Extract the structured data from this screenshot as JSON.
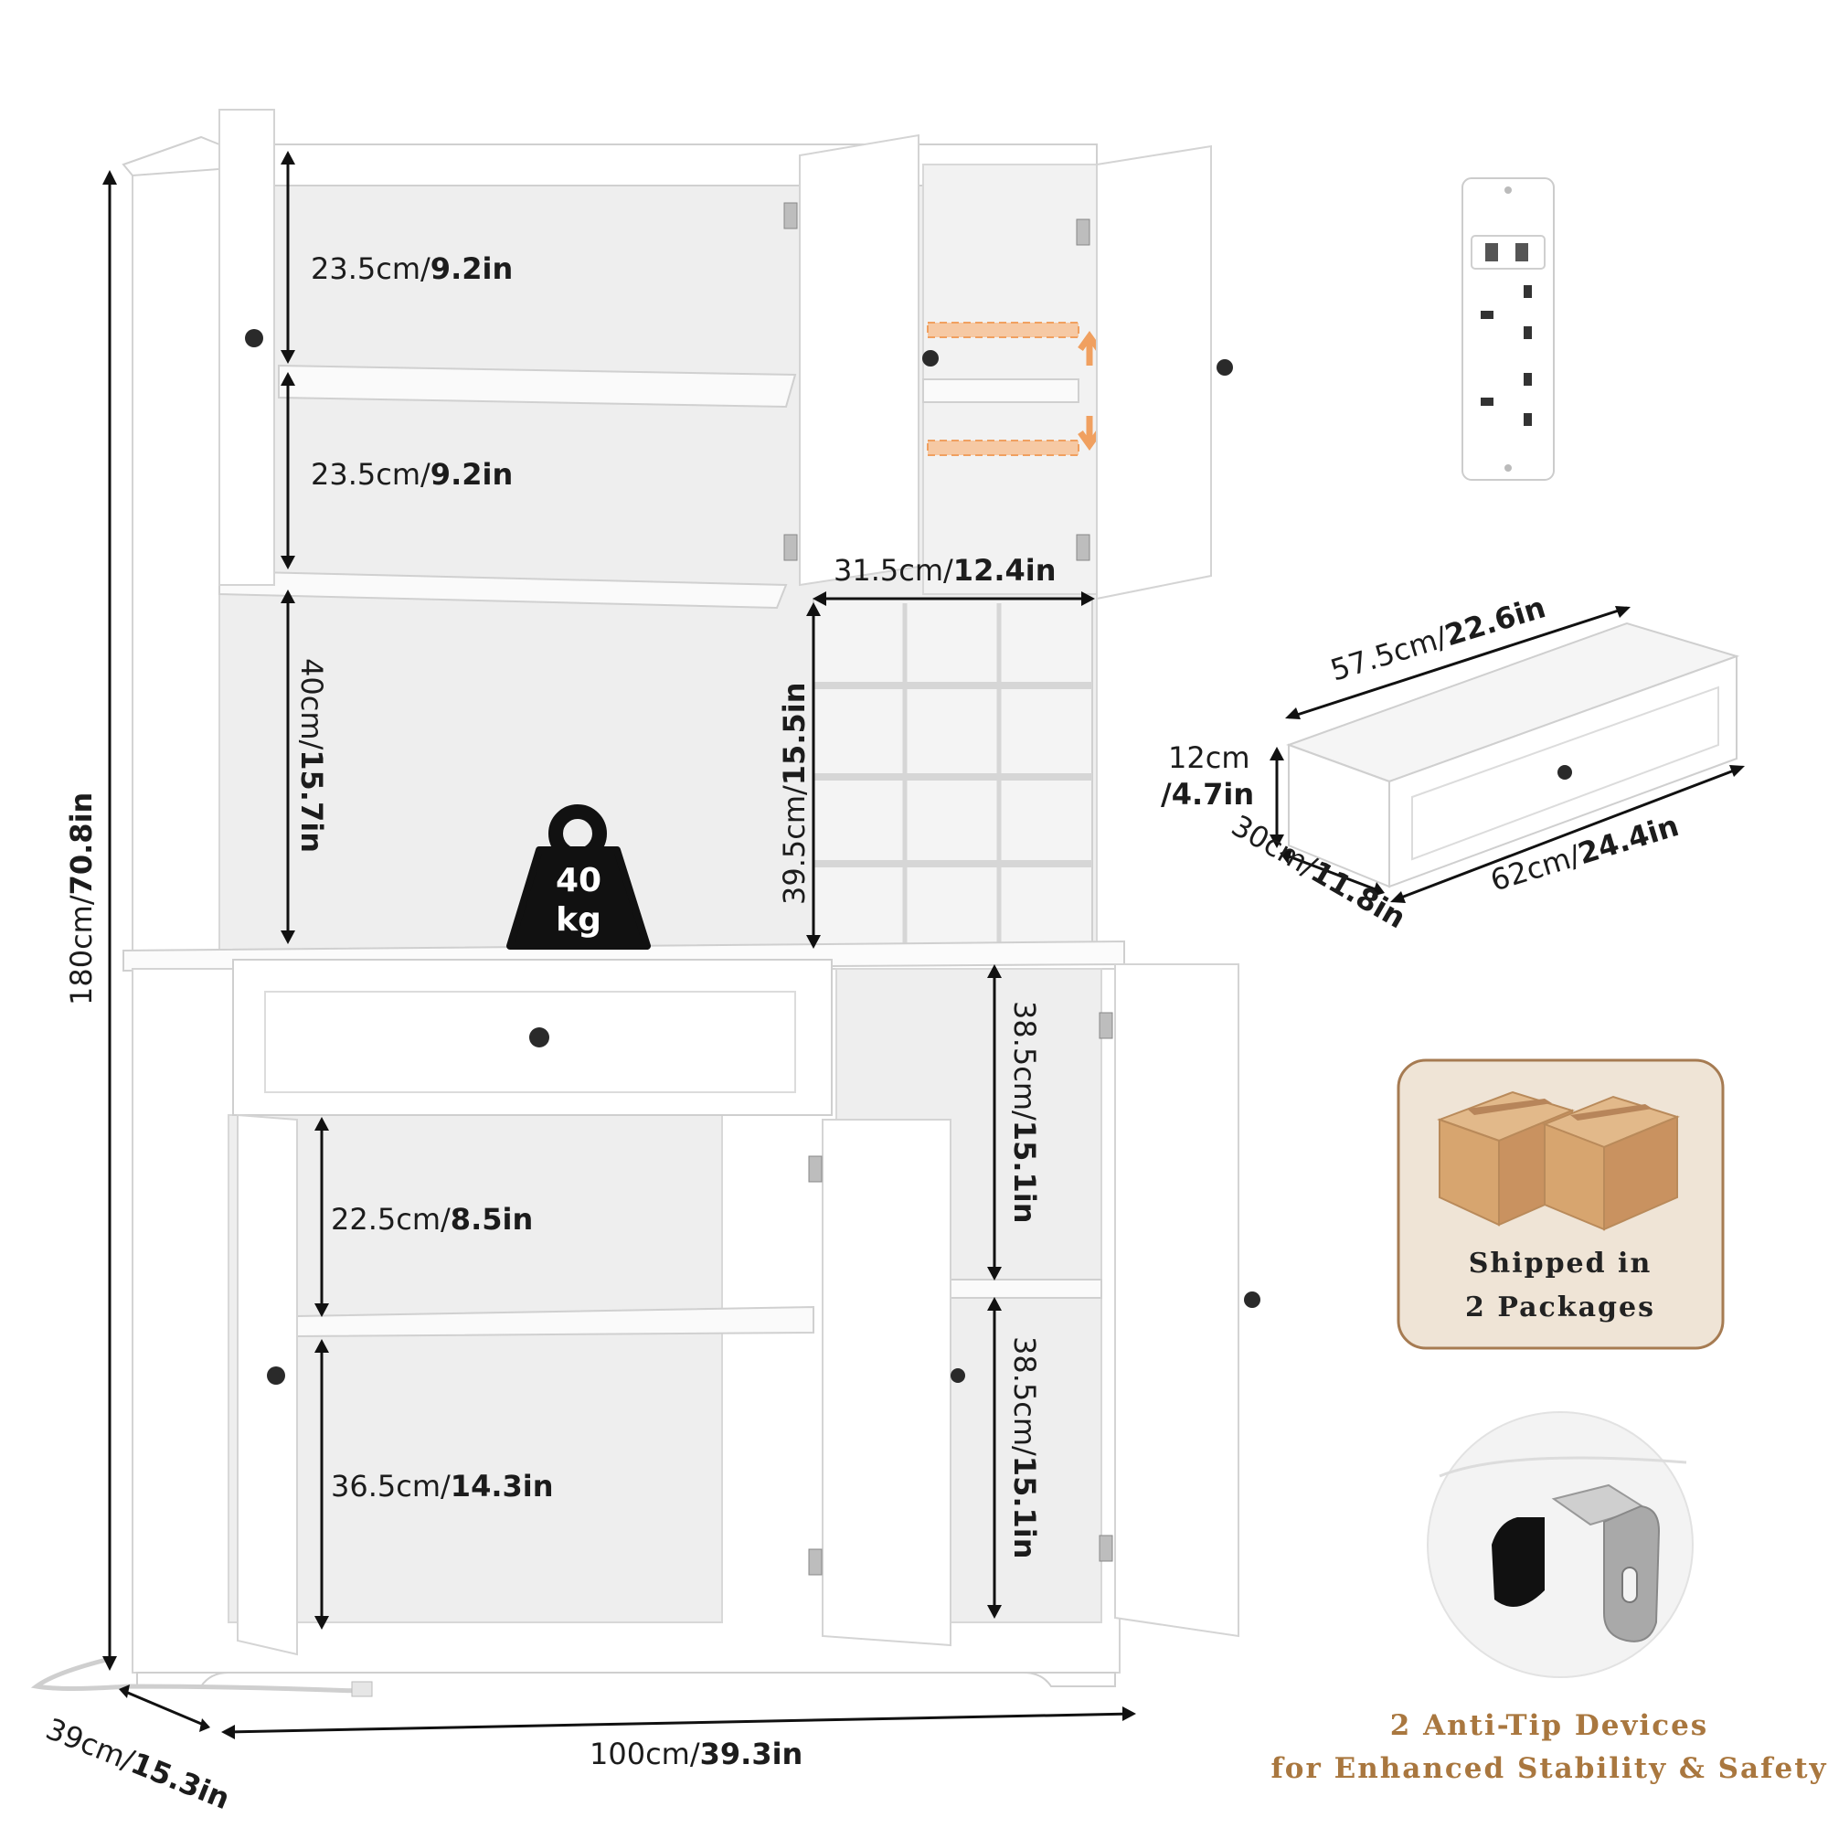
{
  "dimensions": {
    "upper_shelf_1": {
      "cm": "23.5cm/",
      "in": "9.2in"
    },
    "upper_shelf_2": {
      "cm": "23.5cm/",
      "in": "9.2in"
    },
    "open_shelf": {
      "cm": "40cm/",
      "in": "15.7in"
    },
    "wine_rack_width": {
      "cm": "31.5cm/",
      "in": "12.4in"
    },
    "wine_rack_height": {
      "cm": "39.5cm/",
      "in": "15.5in"
    },
    "total_height": {
      "cm": "180cm/",
      "in": "70.8in"
    },
    "lower_left_top": {
      "cm": "22.5cm/",
      "in": "8.5in"
    },
    "lower_left_bottom": {
      "cm": "36.5cm/",
      "in": "14.3in"
    },
    "lower_right_top": {
      "cm": "38.5cm/",
      "in": "15.1in"
    },
    "lower_right_bottom": {
      "cm": "38.5cm/",
      "in": "15.1in"
    },
    "depth": {
      "cm": "39cm/",
      "in": "15.3in"
    },
    "width": {
      "cm": "100cm/",
      "in": "39.3in"
    },
    "drawer_inner_width": {
      "cm": "57.5cm/",
      "in": "22.6in"
    },
    "drawer_height": {
      "cm": "12cm",
      "in": "/4.7in"
    },
    "drawer_depth": {
      "cm": "30cm/",
      "in": "11.8in"
    },
    "drawer_front_width": {
      "cm": "62cm/",
      "in": "24.4in"
    }
  },
  "weight_badge": {
    "value": "40",
    "unit": "kg"
  },
  "shipping_card": {
    "line1": "Shipped in",
    "line2": "2 Packages"
  },
  "anti_tip": {
    "line1": "2 Anti-Tip Devices",
    "line2": "for Enhanced Stability & Safety"
  },
  "colors": {
    "accent_brown": "#a9773f",
    "card_bg": "#efe4d6",
    "card_border": "#a67b52",
    "arrow_orange": "#f0a060"
  }
}
